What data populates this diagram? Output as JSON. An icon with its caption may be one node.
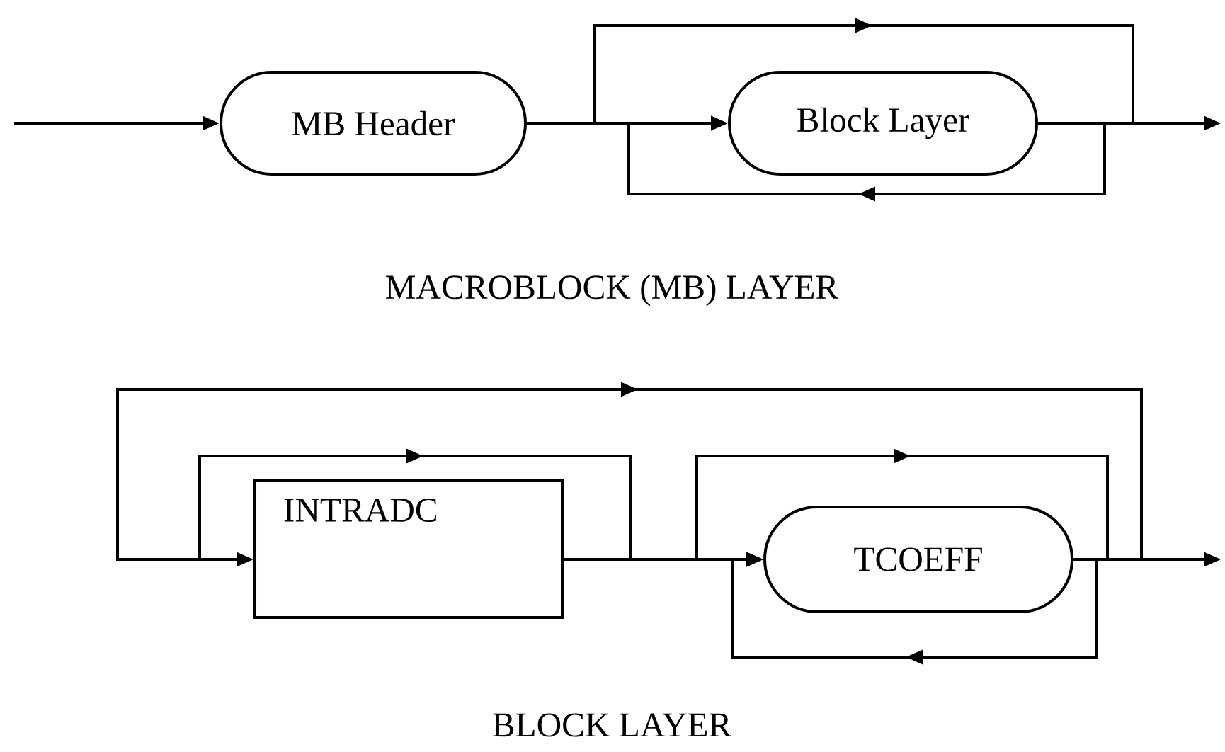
{
  "diagram": {
    "nodes": [
      {
        "text": [
          "MB Header"
        ]
      },
      {
        "text": [
          "Block Layer"
        ]
      },
      {
        "text": [
          "INTRADC"
        ]
      },
      {
        "text": [
          "TCOEFF"
        ]
      }
    ],
    "edges": [
      {
        "from": null,
        "to": 0,
        "arrow": "to"
      },
      {
        "from": 0,
        "to": 1,
        "arrow": "to"
      },
      {
        "from": 0,
        "to": null,
        "arrow": "to"
      },
      {
        "from": 1,
        "to": 1,
        "arrow": "to"
      },
      {
        "from": 1,
        "to": null,
        "arrow": "to"
      },
      {
        "from": null,
        "to": 2,
        "arrow": "to"
      },
      {
        "from": null,
        "to": 3,
        "arrow": "to"
      },
      {
        "from": 2,
        "to": 3,
        "arrow": "to"
      },
      {
        "from": 2,
        "to": null,
        "arrow": "to"
      },
      {
        "from": 3,
        "to": 3,
        "arrow": "to"
      },
      {
        "from": 3,
        "to": null,
        "arrow": "to"
      }
    ],
    "labels": [
      "MACROBLOCK (MB) LAYER",
      "BLOCK LAYER"
    ]
  }
}
